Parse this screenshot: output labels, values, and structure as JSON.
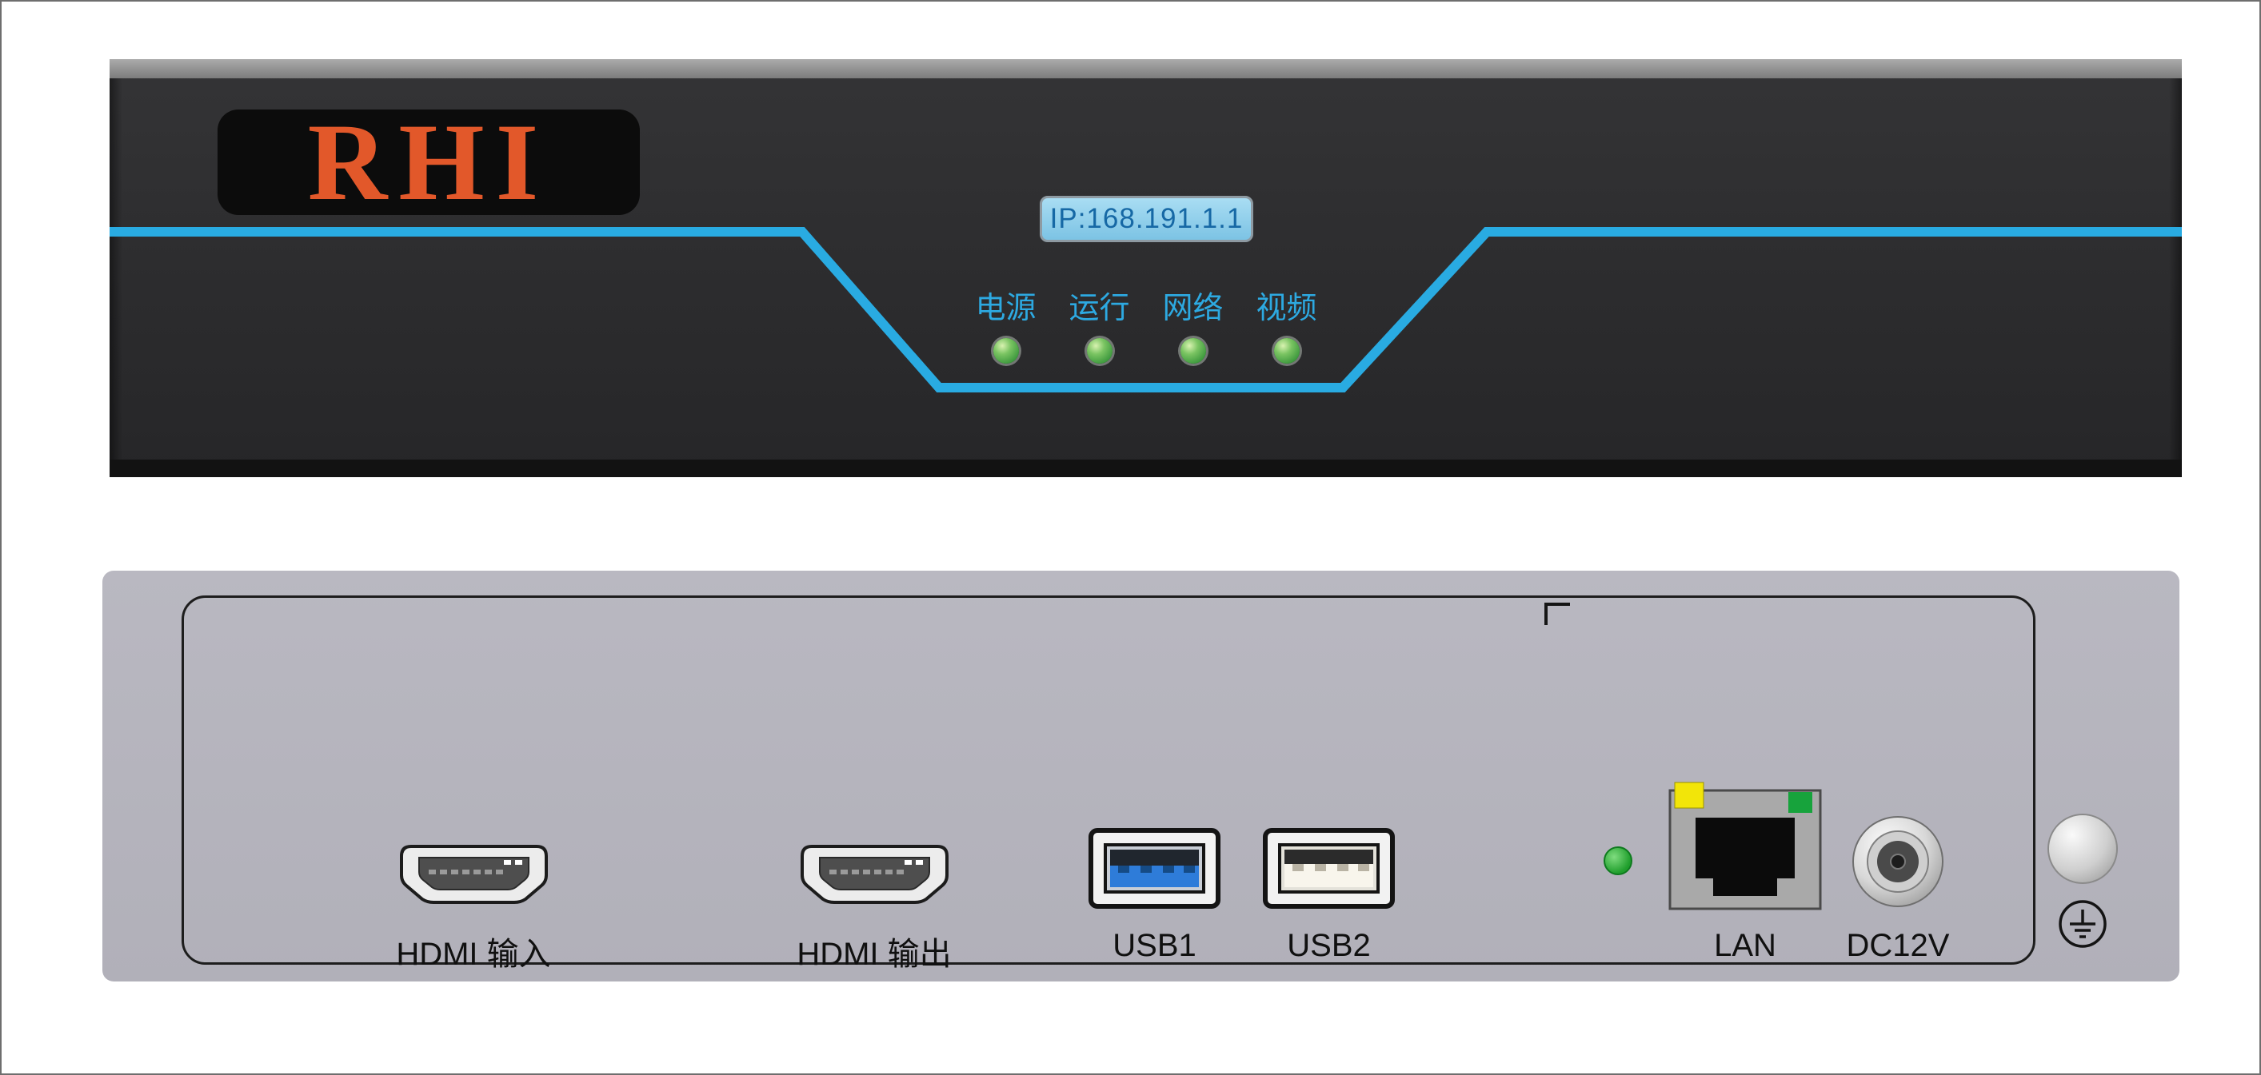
{
  "front": {
    "brand": "RHI",
    "display_ip": "IP:168.191.1.1",
    "leds": [
      {
        "name": "power",
        "label": "电源"
      },
      {
        "name": "run",
        "label": "运行"
      },
      {
        "name": "network",
        "label": "网络"
      },
      {
        "name": "video",
        "label": "视频"
      }
    ]
  },
  "rear": {
    "ports": {
      "hdmi_in": {
        "label": "HDMI 输入"
      },
      "hdmi_out": {
        "label": "HDMI 输出"
      },
      "usb1": {
        "label": "USB1"
      },
      "usb2": {
        "label": "USB2"
      },
      "lan": {
        "label": "LAN"
      },
      "dc": {
        "label": "DC12V"
      }
    }
  },
  "colors": {
    "accent_blue": "#29abe2",
    "brand_orange": "#e2582a",
    "led_green": "#46b449",
    "front_panel_dark": "#2d2d2f",
    "rear_panel_gray": "#b5b4bd",
    "lcd_background": "#8ecdeb",
    "lcd_text": "#1668a5",
    "lan_led_yellow": "#f2e509",
    "lan_led_green": "#17a33c"
  }
}
